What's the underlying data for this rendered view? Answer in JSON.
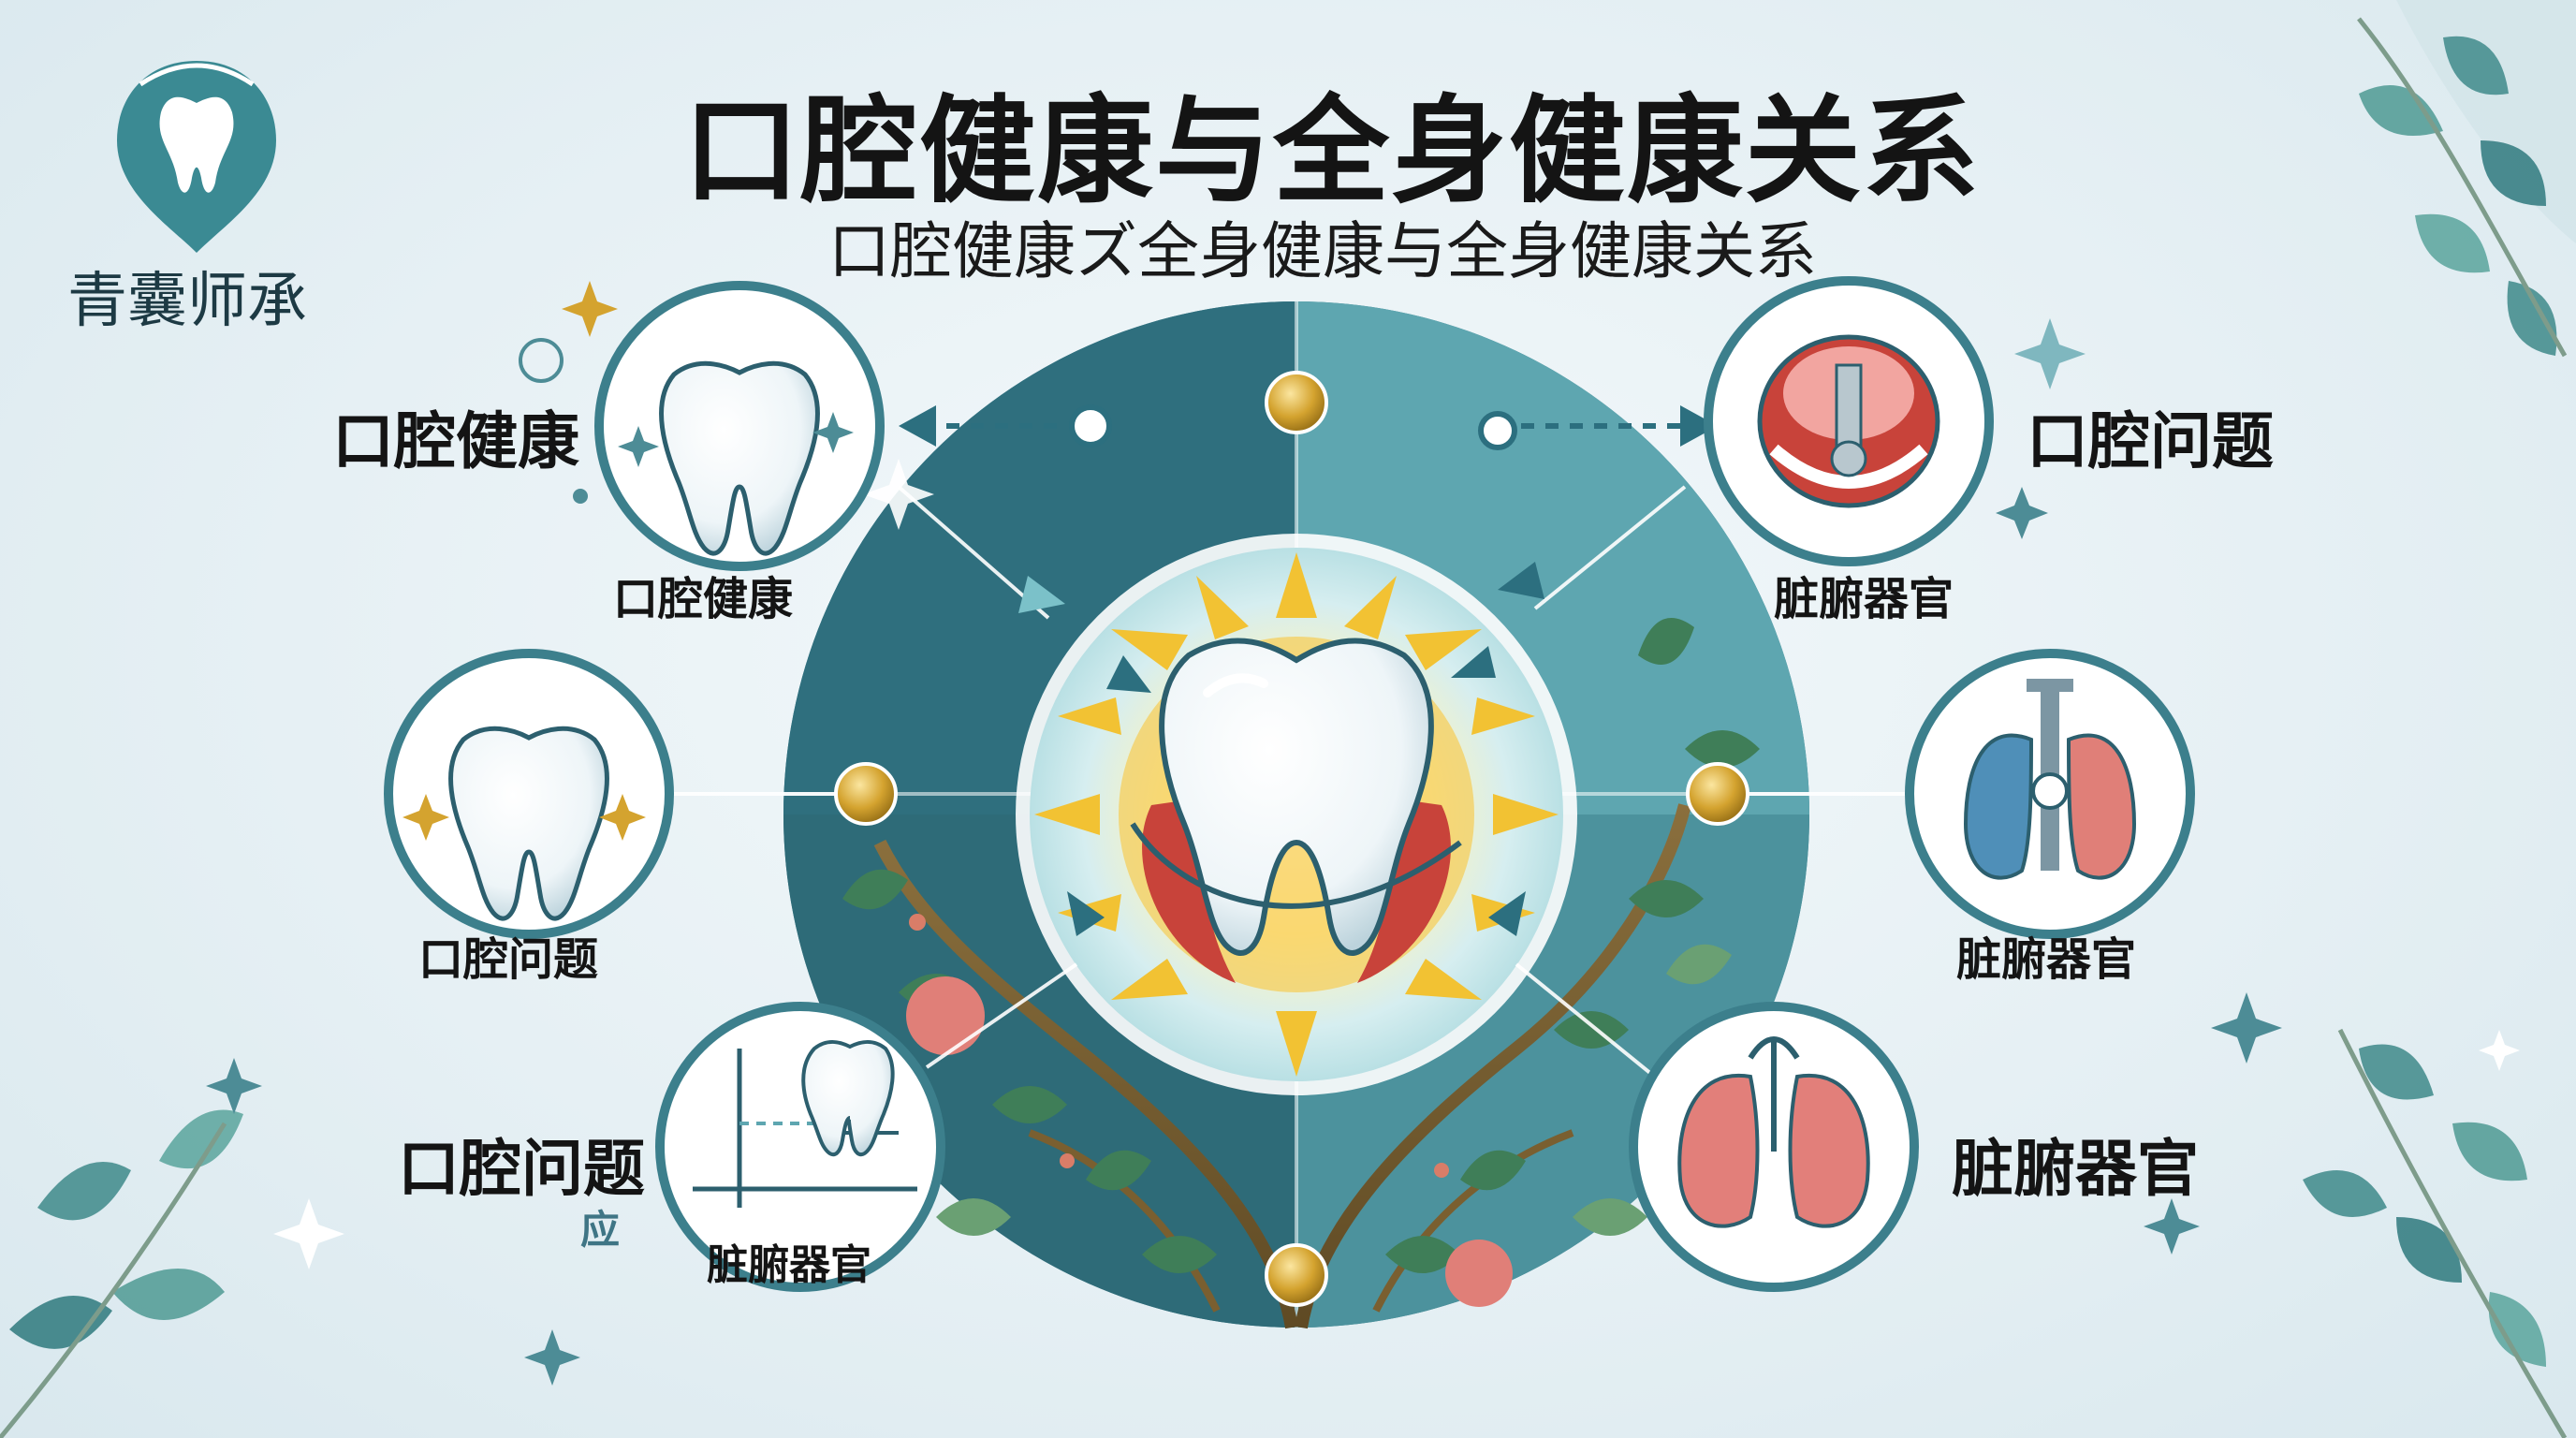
{
  "brand": {
    "name": "青囊师承"
  },
  "header": {
    "title": "口腔健康与全身健康关系",
    "subtitle": "口腔健康ズ全身健康与全身健康关系"
  },
  "left_nodes": {
    "top": {
      "side_label": "口腔健康",
      "caption": "口腔健康"
    },
    "middle": {
      "caption": "口腔问题"
    },
    "bottom": {
      "side_label": "口腔问题",
      "note": "应",
      "caption": "脏腑器官"
    }
  },
  "right_nodes": {
    "top": {
      "side_label": "口腔问题",
      "caption": "脏腑器官"
    },
    "middle": {
      "caption": "脏腑器官"
    },
    "bottom": {
      "side_label": "脏腑器官"
    }
  },
  "colors": {
    "teal_dark": "#2c6f7f",
    "teal_light": "#5aa6b3",
    "gold": "#d4a32f",
    "tooth": "#ffffff",
    "gum_red": "#c8433a"
  }
}
